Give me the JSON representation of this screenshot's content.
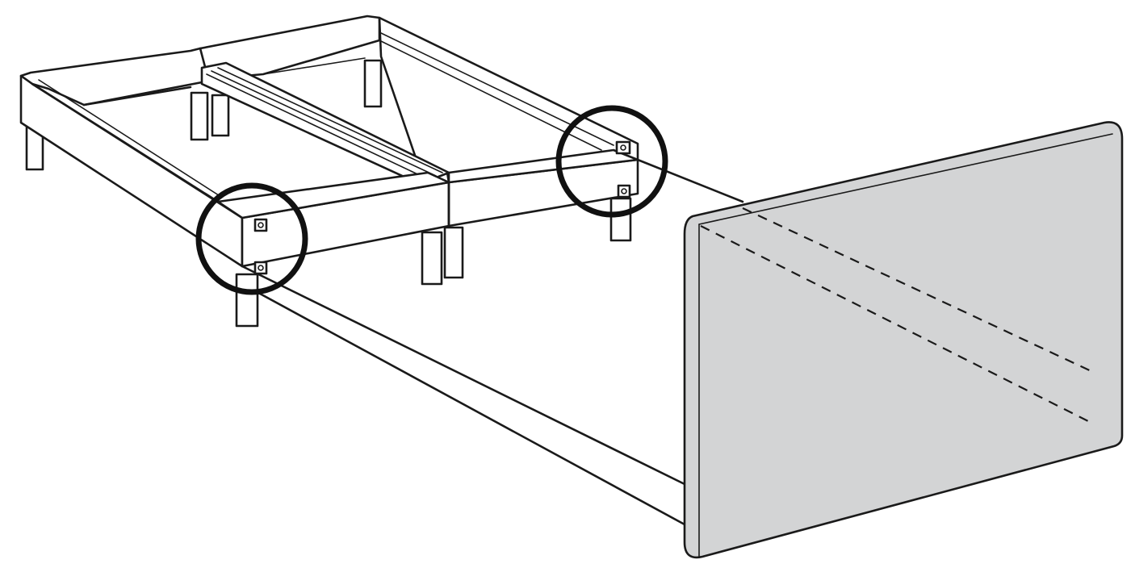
{
  "figure": {
    "kind": "assembly-instruction-illustration",
    "text_labels": [],
    "colors": {
      "line": "#1a1a1a",
      "headboard_fill": "#d3d4d5",
      "background": "#ffffff"
    },
    "parts": {
      "bed_frame": "bed-frame-icon",
      "center_beam": "center-beam-icon",
      "headboard": "headboard-panel-icon",
      "fitting": "bracket-fitting-icon"
    },
    "callouts": [
      {
        "name": "left-bracket-detail"
      },
      {
        "name": "right-bracket-detail"
      }
    ],
    "guide_lines_style": "dashed"
  }
}
